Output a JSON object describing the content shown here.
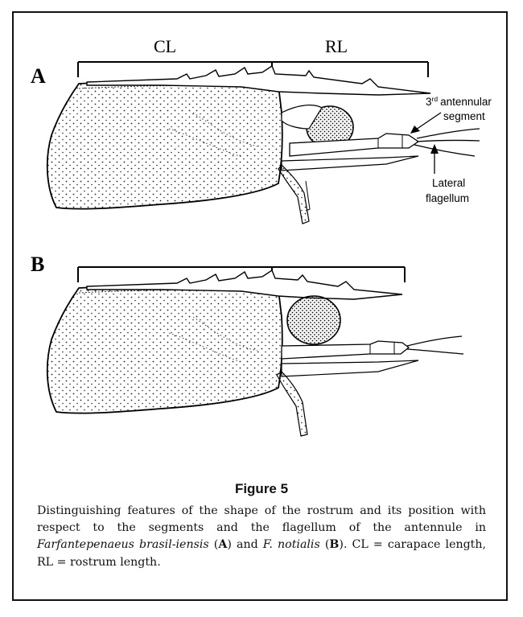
{
  "figure": {
    "title": "Figure 5",
    "panel_a": {
      "letter": "A",
      "cl_label": "CL",
      "rl_label": "RL",
      "annot_segment_sup_num": "3",
      "annot_segment_sup": "rd",
      "annot_segment_word": "antennular",
      "annot_segment_line2": "segment",
      "annot_flagellum_line1": "Lateral",
      "annot_flagellum_line2": "flagellum"
    },
    "panel_b": {
      "letter": "B"
    },
    "caption": {
      "t1": "Distinguishing features of the shape of the rostrum and its position with respect to the segments and the flagellum of the antennule in ",
      "species_a": "Farfantepenaeus brasil-iensis",
      "t2": " (",
      "a": "A",
      "t3": ") and ",
      "species_b": "F. notialis",
      "t4": " (",
      "b": "B",
      "t5": "). CL = carapace length, RL = rostrum length."
    }
  }
}
